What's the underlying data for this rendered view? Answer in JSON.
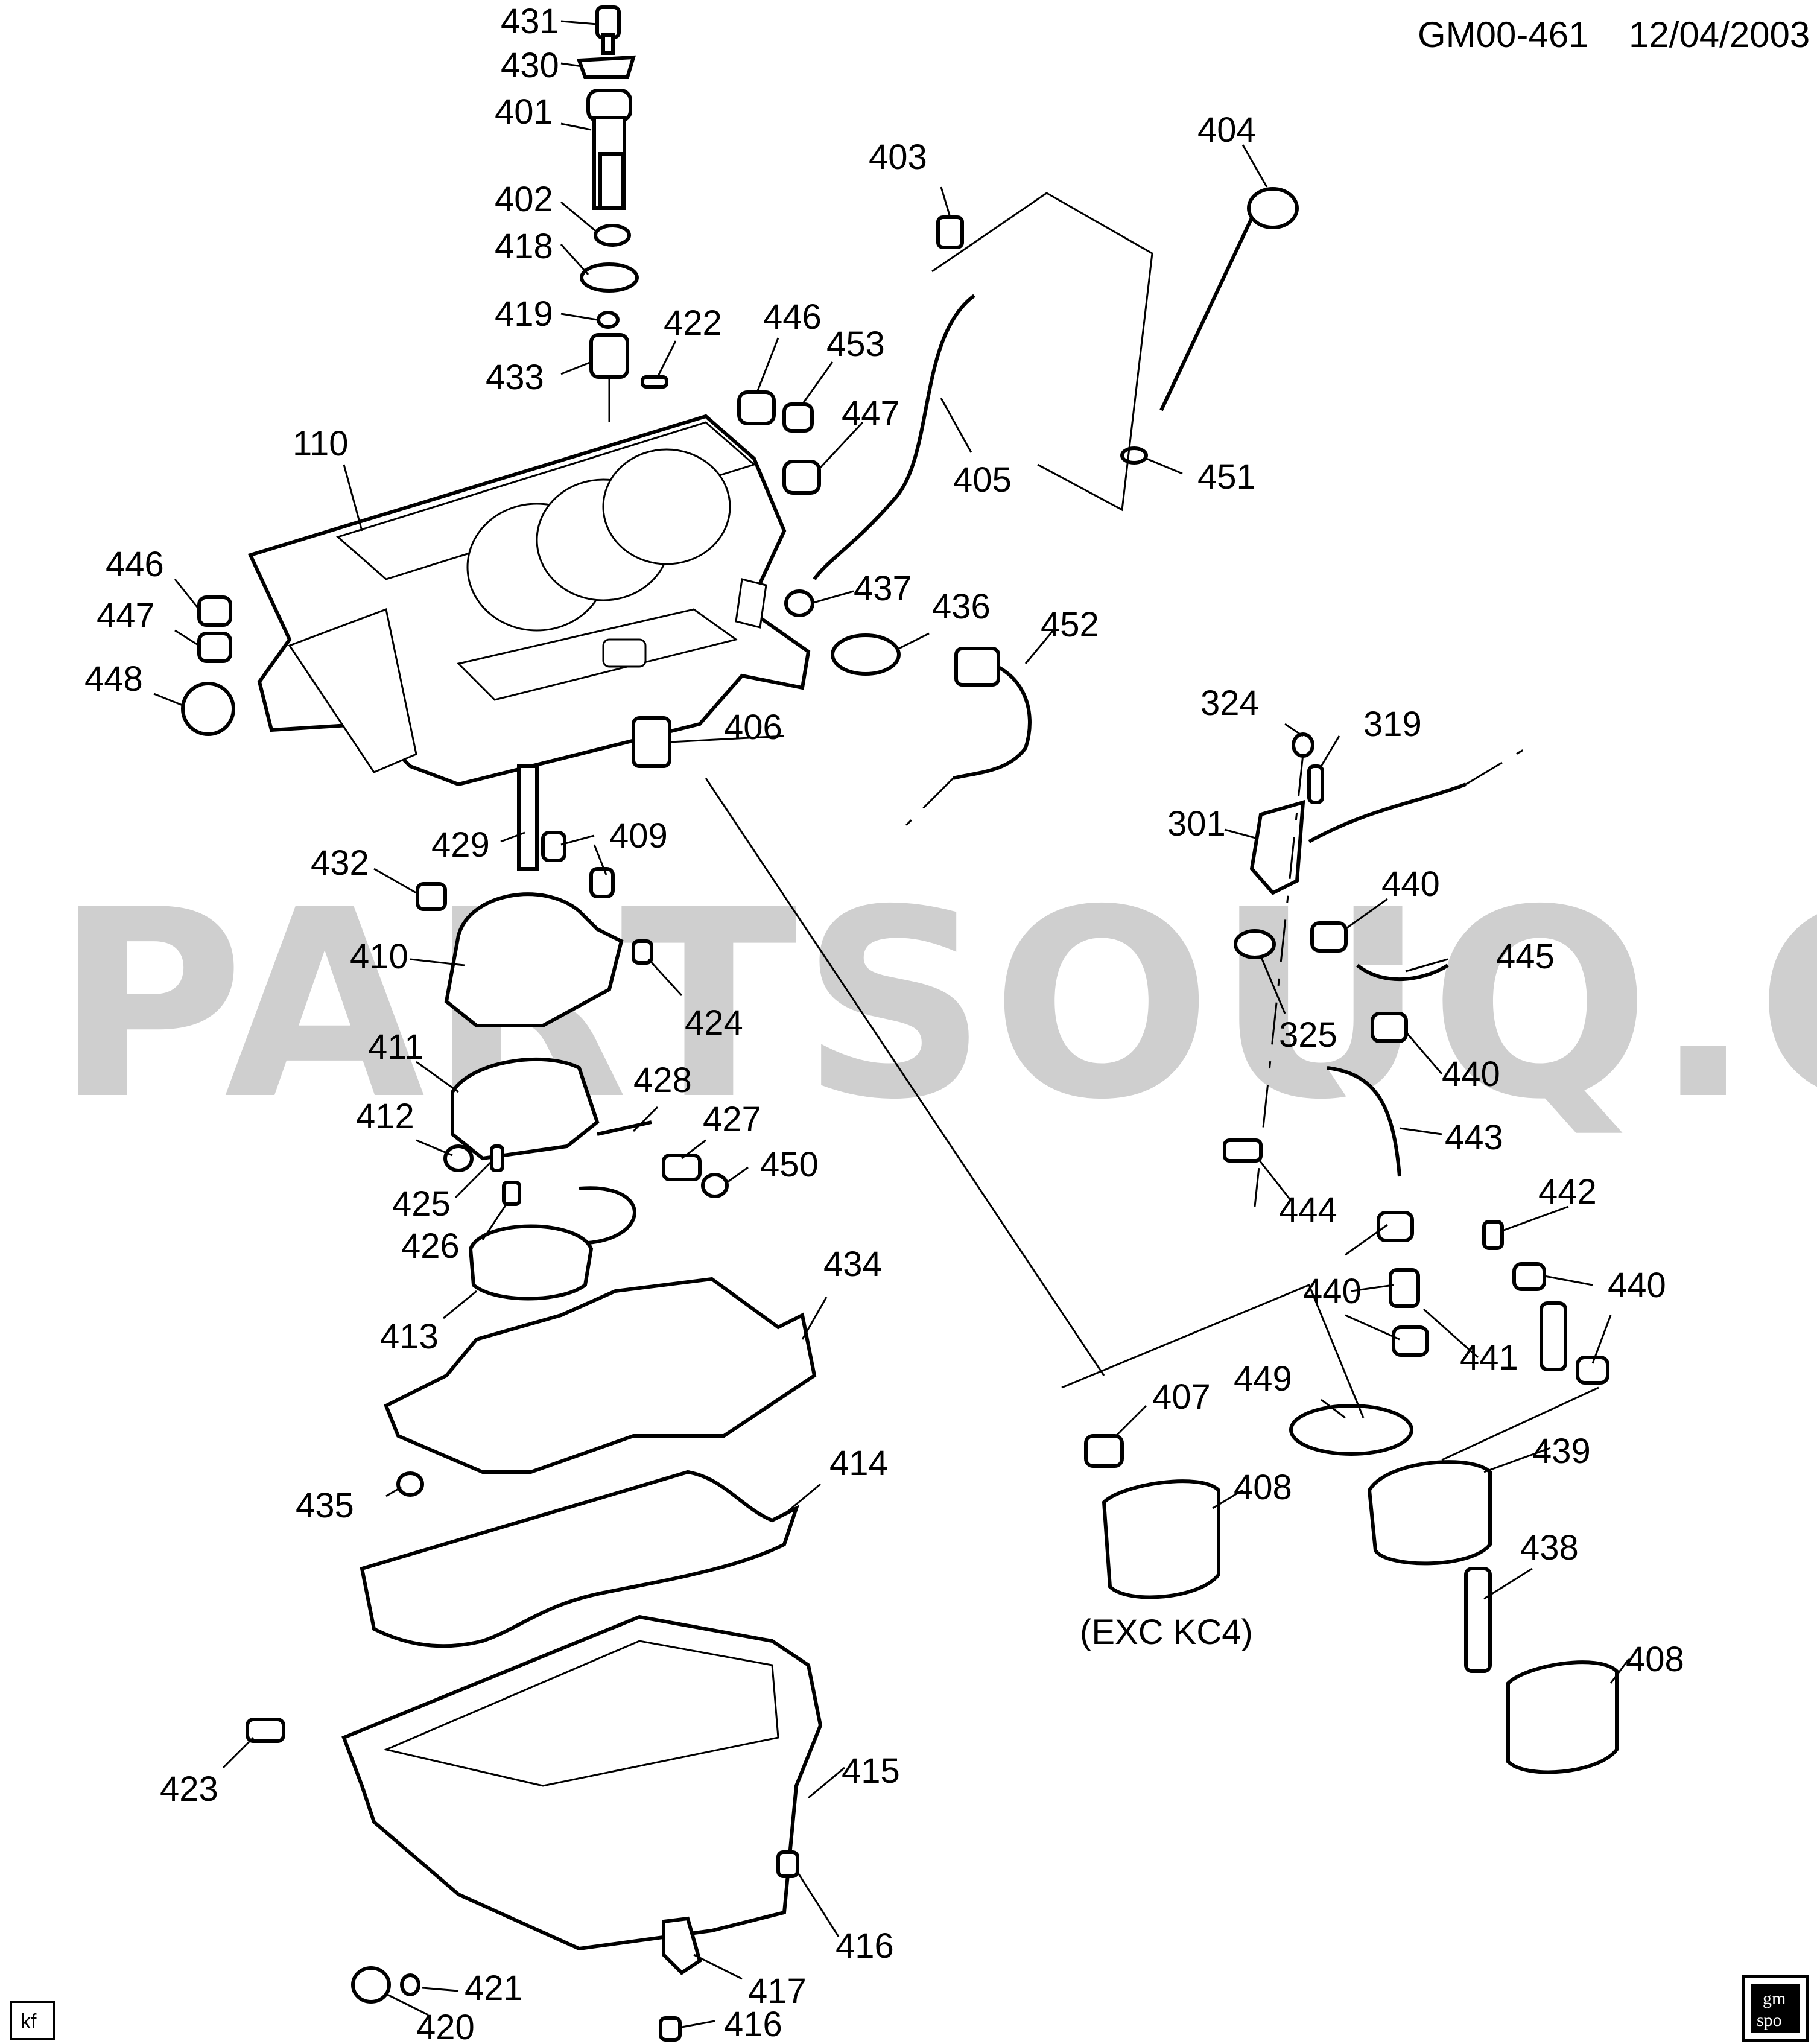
{
  "header": {
    "code": "GM00-461",
    "date": "12/04/2003"
  },
  "watermark": {
    "text": "PARTSOUQ.COM",
    "color": "#cfcfcf"
  },
  "note": {
    "text": "(EXC KC4)"
  },
  "corner_tags": {
    "left": "kf",
    "right_top": "gm",
    "right_bottom": "spo"
  },
  "callouts": {
    "c431": "431",
    "c430": "430",
    "c401": "401",
    "c402": "402",
    "c418": "418",
    "c419": "419",
    "c433": "433",
    "c422": "422",
    "c446a": "446",
    "c453": "453",
    "c447a": "447",
    "c403": "403",
    "c404": "404",
    "c405": "405",
    "c451": "451",
    "c110": "110",
    "c446b": "446",
    "c447b": "447",
    "c448": "448",
    "c437": "437",
    "c436": "436",
    "c452": "452",
    "c406": "406",
    "c324": "324",
    "c319": "319",
    "c301": "301",
    "c440a": "440",
    "c445": "445",
    "c325": "325",
    "c440b": "440",
    "c443": "443",
    "c444": "444",
    "c442": "442",
    "c440c": "440",
    "c440d": "440",
    "c441": "441",
    "c439": "439",
    "c438": "438",
    "c408a": "408",
    "c408b": "408",
    "c407": "407",
    "c449": "449",
    "c432": "432",
    "c429": "429",
    "c409": "409",
    "c410": "410",
    "c424": "424",
    "c411": "411",
    "c428": "428",
    "c427": "427",
    "c412": "412",
    "c450": "450",
    "c425": "425",
    "c426": "426",
    "c434": "434",
    "c413": "413",
    "c435": "435",
    "c414": "414",
    "c423": "423",
    "c415": "415",
    "c416a": "416",
    "c416b": "416",
    "c417": "417",
    "c421": "421",
    "c420": "420"
  }
}
